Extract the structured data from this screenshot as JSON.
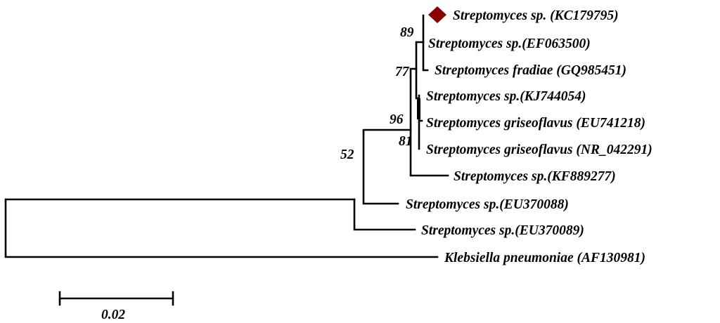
{
  "taxa": {
    "kc179795": "Streptomyces sp. (KC179795)",
    "ef063500": "Streptomyces sp.(EF063500)",
    "gq985451": "Streptomyces fradiae (GQ985451)",
    "kj744054": "Streptomyces sp.(KJ744054)",
    "eu741218": "Streptomyces griseoflavus (EU741218)",
    "nr042291": "Streptomyces griseoflavus (NR_042291)",
    "kf889277": "Streptomyces sp.(KF889277)",
    "eu370088": "Streptomyces sp.(EU370088)",
    "eu370089": "Streptomyces sp.(EU370089)",
    "af130981": "Klebsiella pneumoniae (AF130981)"
  },
  "bootstrap": {
    "b89": "89",
    "b77": "77",
    "b96": "96",
    "b81": "81",
    "b52": "52"
  },
  "scale_bar": {
    "value": 0.02,
    "label": "0.02"
  },
  "highlight": {
    "taxon": "Streptomyces sp. (KC179795)",
    "marker": "diamond",
    "color": "#8B0000"
  }
}
